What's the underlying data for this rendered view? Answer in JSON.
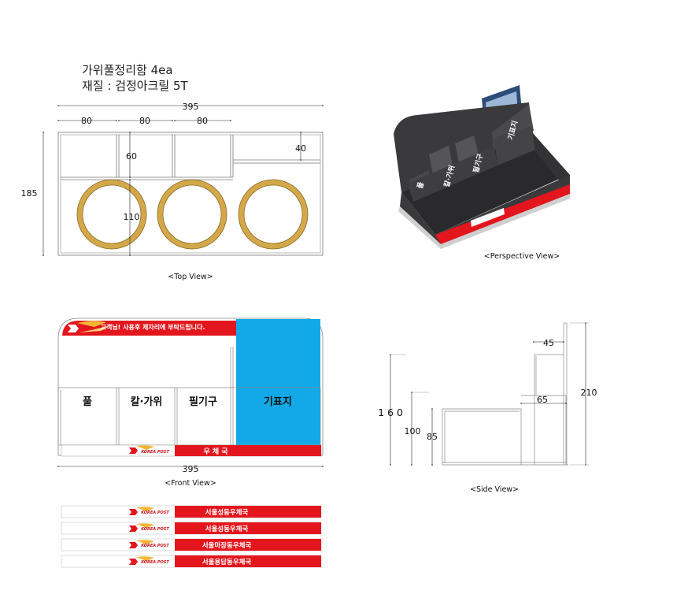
{
  "header": {
    "title_line1": "가위풀정리함 4ea",
    "title_line2": "재질 : 검정아크릴 5T"
  },
  "top_view": {
    "caption": "<Top View>",
    "dim_total_width": "395",
    "dim_slot1": "80",
    "dim_slot2": "80",
    "dim_slot3": "80",
    "dim_depth": "185",
    "dim_slot_height": "60",
    "dim_step": "40",
    "dim_circle": "110"
  },
  "perspective_view": {
    "caption": "<Perspective View>",
    "label_1": "풀",
    "label_2": "칼·가위",
    "label_3": "필기구",
    "label_4": "기표지"
  },
  "front_view": {
    "caption": "<Front View>",
    "banner_text": "고객님! 사용후 제자리에 부탁드립니다.",
    "compartment_1": "풀",
    "compartment_2": "칼·가위",
    "compartment_3": "필기구",
    "compartment_4": "기표지",
    "brand_text": "KOREA POST",
    "footer_text": "우 체 국",
    "dim_width": "395"
  },
  "side_view": {
    "caption": "<Side View>",
    "dim_top": "45",
    "dim_step": "65",
    "dim_total": "210",
    "dim_160": "1 6 0",
    "dim_100": "100",
    "dim_85": "85"
  },
  "name_strips": [
    {
      "brand": "KOREA POST",
      "name": "서울성동우체국"
    },
    {
      "brand": "KOREA POST",
      "name": "서울성동우체국"
    },
    {
      "brand": "KOREA POST",
      "name": "서울마장동우체국"
    },
    {
      "brand": "KOREA POST",
      "name": "서울용답동우체국"
    }
  ],
  "colors": {
    "red": "#e3161d",
    "gold": "#d3a84a",
    "blue": "#13a9e8",
    "dark": "#3a3a3c"
  }
}
